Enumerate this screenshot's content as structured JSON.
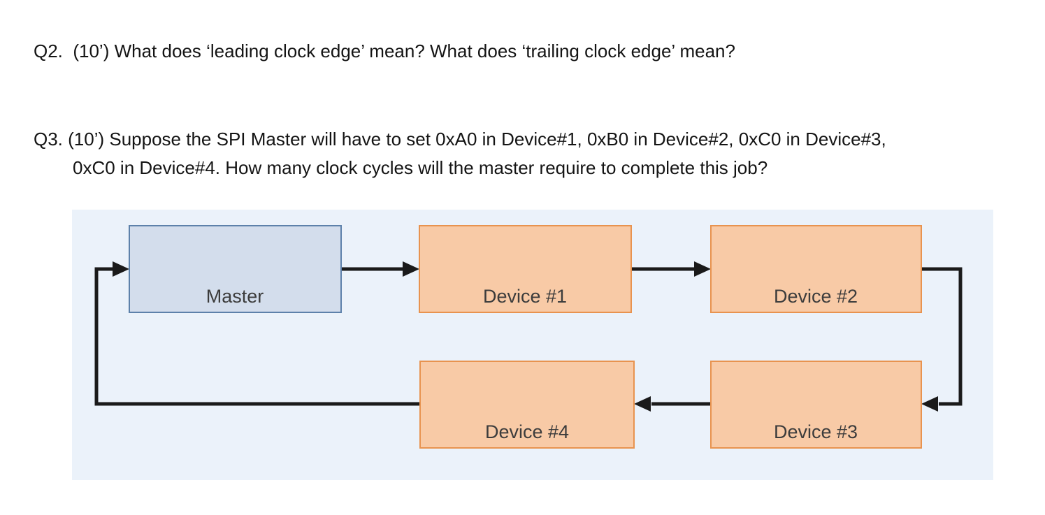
{
  "questions": {
    "q2": "Q2.  (10’) What does ‘leading clock edge’ mean? What does ‘trailing clock edge’ mean?",
    "q3_line1": "Q3. (10’) Suppose the SPI Master will have to set 0xA0 in Device#1, 0xB0 in Device#2, 0xC0 in Device#3,",
    "q3_line2": "0xC0 in Device#4. How many clock cycles will the master require to complete this job?"
  },
  "diagram": {
    "description": "SPI daisy-chain ring: Master -> Device #1 -> Device #2 -> Device #3 -> Device #4 -> Master",
    "panel_background": "#ebf2fa",
    "connector_color": "#1a1a1a",
    "nodes": [
      {
        "label": "Master",
        "fill": "#d3ddec",
        "border": "#5d81aa"
      },
      {
        "label": "Device #1",
        "fill": "#f8caa6",
        "border": "#e8934f"
      },
      {
        "label": "Device #2",
        "fill": "#f8caa6",
        "border": "#e8934f"
      },
      {
        "label": "Device #3",
        "fill": "#f8caa6",
        "border": "#e8934f"
      },
      {
        "label": "Device #4",
        "fill": "#f8caa6",
        "border": "#e8934f"
      }
    ]
  }
}
